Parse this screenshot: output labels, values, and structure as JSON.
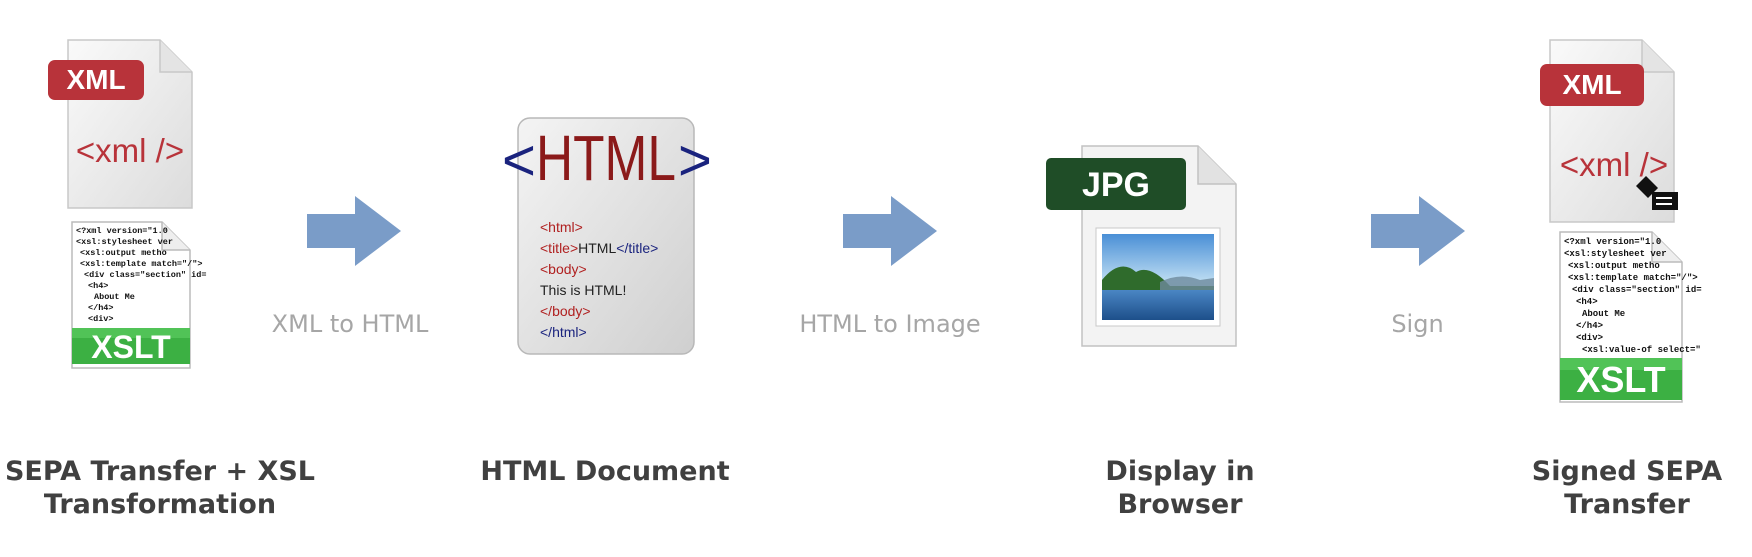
{
  "steps": [
    {
      "caption_line1": "SEPA Transfer + XSL",
      "caption_line2": "Transformation"
    },
    {
      "caption_line1": "HTML Document",
      "caption_line2": ""
    },
    {
      "caption_line1": "Display in",
      "caption_line2": "Browser"
    },
    {
      "caption_line1": "Signed SEPA",
      "caption_line2": "Transfer"
    }
  ],
  "arrows": [
    {
      "label": "XML to HTML"
    },
    {
      "label": "HTML to Image"
    },
    {
      "label": "Sign"
    }
  ],
  "icons": {
    "xml_badge": "XML",
    "xml_tag": "<xml />",
    "xslt_badge": "XSLT",
    "xslt_code": [
      "<?xml version=\"1.0",
      "<xsl:stylesheet ver",
      "<xsl:output metho",
      "<xsl:template match=\"/\">",
      "<div class=\"section\" id=",
      "<h4>",
      "About Me",
      "</h4>",
      "<div>",
      "<xsl:value-of select=\""
    ],
    "html_title": "<HTML>",
    "html_code": {
      "l1": "<html>",
      "l2_open": "<title>",
      "l2_text": "HTML",
      "l2_close": "</title>",
      "l3": "<body>",
      "l4": "This is HTML!",
      "l5": "</body>",
      "l6": "</html>"
    },
    "jpg_badge": "JPG"
  },
  "colors": {
    "arrow": "#7a9cc8",
    "xml_badge": "#b8333a",
    "xslt_badge": "#3cb043",
    "jpg_badge": "#1f4d27",
    "html_title_brackets": "#1a237e",
    "html_title_text": "#8b1a1a",
    "caption": "#404040",
    "arrow_label": "#a6a6a6"
  }
}
